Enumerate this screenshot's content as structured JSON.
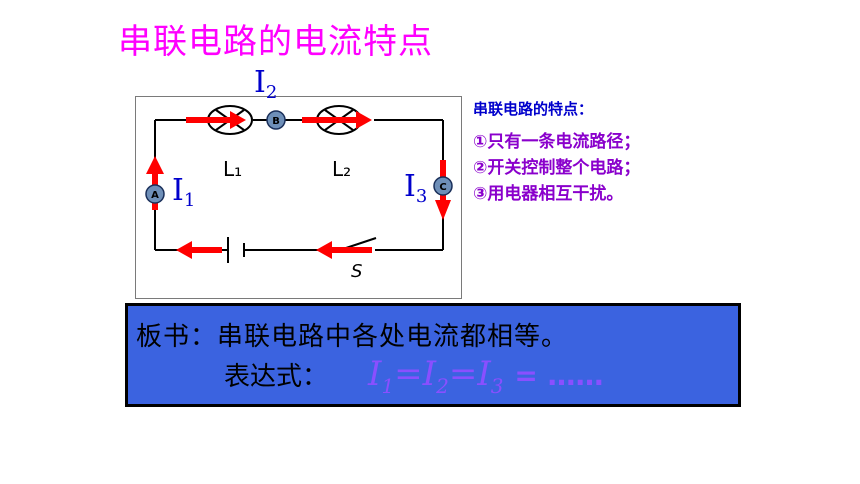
{
  "title": "串联电路的电流特点",
  "diagram": {
    "lamp1_label": "L₁",
    "lamp2_label": "L₂",
    "switch_label": "S",
    "meter_a": "A",
    "meter_b": "B",
    "meter_c": "C",
    "i1_main": "I",
    "i1_sub": "1",
    "i2_main": "I",
    "i2_sub": "2",
    "i3_main": "I",
    "i3_sub": "3"
  },
  "features": {
    "heading": "串联电路的特点：",
    "items": [
      "①只有一条电流路径；",
      "②开关控制整个电路；",
      "③用电器相互干扰。"
    ]
  },
  "board": {
    "line1": "板书：串联电路中各处电流都相等。",
    "line2": "表达式：",
    "formula_i": "I",
    "sub1": "1",
    "sub2": "2",
    "sub3": "3",
    "eq": "=",
    "tail": "= ……"
  },
  "colors": {
    "title": "#ff00ff",
    "wire": "#000000",
    "arrow": "#ff0000",
    "current_label": "#0000cc",
    "board_bg": "#3b63e0"
  }
}
